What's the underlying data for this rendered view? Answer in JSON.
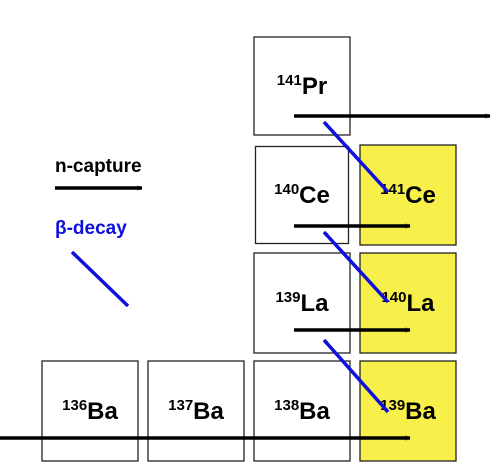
{
  "legend": {
    "n_capture": {
      "label": "n-capture",
      "color": "#000000"
    },
    "beta_decay": {
      "label": "β-decay",
      "color": "#1010dd"
    }
  },
  "colors": {
    "stable_fill": "#ffffff",
    "unstable_fill": "#f7ef4a",
    "highlight_border": "#d93030",
    "capture_arrow": "#000000",
    "decay_arrow": "#1010dd"
  },
  "nuclides": [
    {
      "id": "ba136",
      "mass": "136",
      "symbol": "Ba",
      "unstable": false,
      "highlight": false
    },
    {
      "id": "ba137",
      "mass": "137",
      "symbol": "Ba",
      "unstable": false,
      "highlight": false
    },
    {
      "id": "ba138",
      "mass": "138",
      "symbol": "Ba",
      "unstable": false,
      "highlight": false
    },
    {
      "id": "ba139",
      "mass": "139",
      "symbol": "Ba",
      "unstable": true,
      "highlight": false
    },
    {
      "id": "la139",
      "mass": "139",
      "symbol": "La",
      "unstable": false,
      "highlight": false
    },
    {
      "id": "la140",
      "mass": "140",
      "symbol": "La",
      "unstable": true,
      "highlight": false
    },
    {
      "id": "ce140",
      "mass": "140",
      "symbol": "Ce",
      "unstable": false,
      "highlight": true
    },
    {
      "id": "ce141",
      "mass": "141",
      "symbol": "Ce",
      "unstable": true,
      "highlight": false
    },
    {
      "id": "pr141",
      "mass": "141",
      "symbol": "Pr",
      "unstable": false,
      "highlight": false
    }
  ]
}
